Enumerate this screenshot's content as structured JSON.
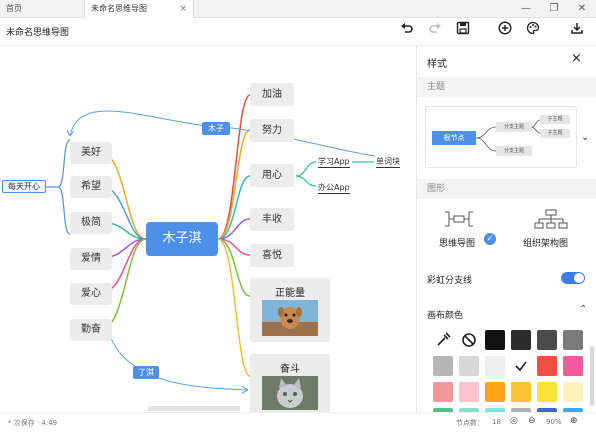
{
  "tabs": [
    {
      "label": "首页"
    },
    {
      "label": "未命名思维导图",
      "close": "×"
    }
  ],
  "window_controls": [
    "—",
    "❐",
    "✕"
  ],
  "toolbar": {
    "title": "未命名思维导图"
  },
  "mindmap": {
    "root": "木子淇",
    "left_nodes": [
      "美好",
      "希望",
      "极简",
      "爱情",
      "爱心",
      "勤奋"
    ],
    "left_summary": "每天开心",
    "right_nodes": [
      "加油",
      "努力",
      "用心",
      "丰收",
      "喜悦"
    ],
    "sub_nodes": [
      "学习App",
      "办公App"
    ],
    "sub_sub": "单词块",
    "tags": [
      "木子",
      "了淇"
    ],
    "image_nodes": [
      "正能量",
      "奋斗"
    ]
  },
  "panel": {
    "title": "样式",
    "close": "×",
    "theme_section": "主题",
    "theme_preview": {
      "root": "根节点",
      "branches": [
        "分支主题",
        "分支主题"
      ],
      "leaves": [
        "子主题",
        "子主题"
      ]
    },
    "layout_section": "图形",
    "layouts": [
      "思维导图",
      "组织架构图"
    ],
    "selected_layout": "思维导图",
    "colorful_branch_label": "彩虹分支线",
    "colorful_branch_on": true,
    "canvas_color_label": "画布颜色",
    "swatches": [
      [
        "picker",
        "none",
        "#111111",
        "#2c2c2c",
        "#4a4a4a",
        "#7b7b7b"
      ],
      [
        "#b6b6b6",
        "#d8d8d8",
        "#eeeeee",
        "check",
        "#ef4f3f",
        "#f15b9b"
      ],
      [
        "#f3979c",
        "#f9c4cc",
        "#fca412",
        "#fbc23a",
        "#fce33a",
        "#fdf3bb"
      ],
      [
        "#4fc28a",
        "#86e0c8",
        "#7fe6d6",
        "#b0b0b0",
        "#3f64d8",
        "#3fa9e8"
      ]
    ]
  },
  "status": {
    "save_text": "* 次保存 · 4:49",
    "node_count_label": "节点数：",
    "node_count": "18",
    "zoom": "90%"
  },
  "colors": {
    "accent": "#4d90ea",
    "toggle": "#3b7de5"
  }
}
